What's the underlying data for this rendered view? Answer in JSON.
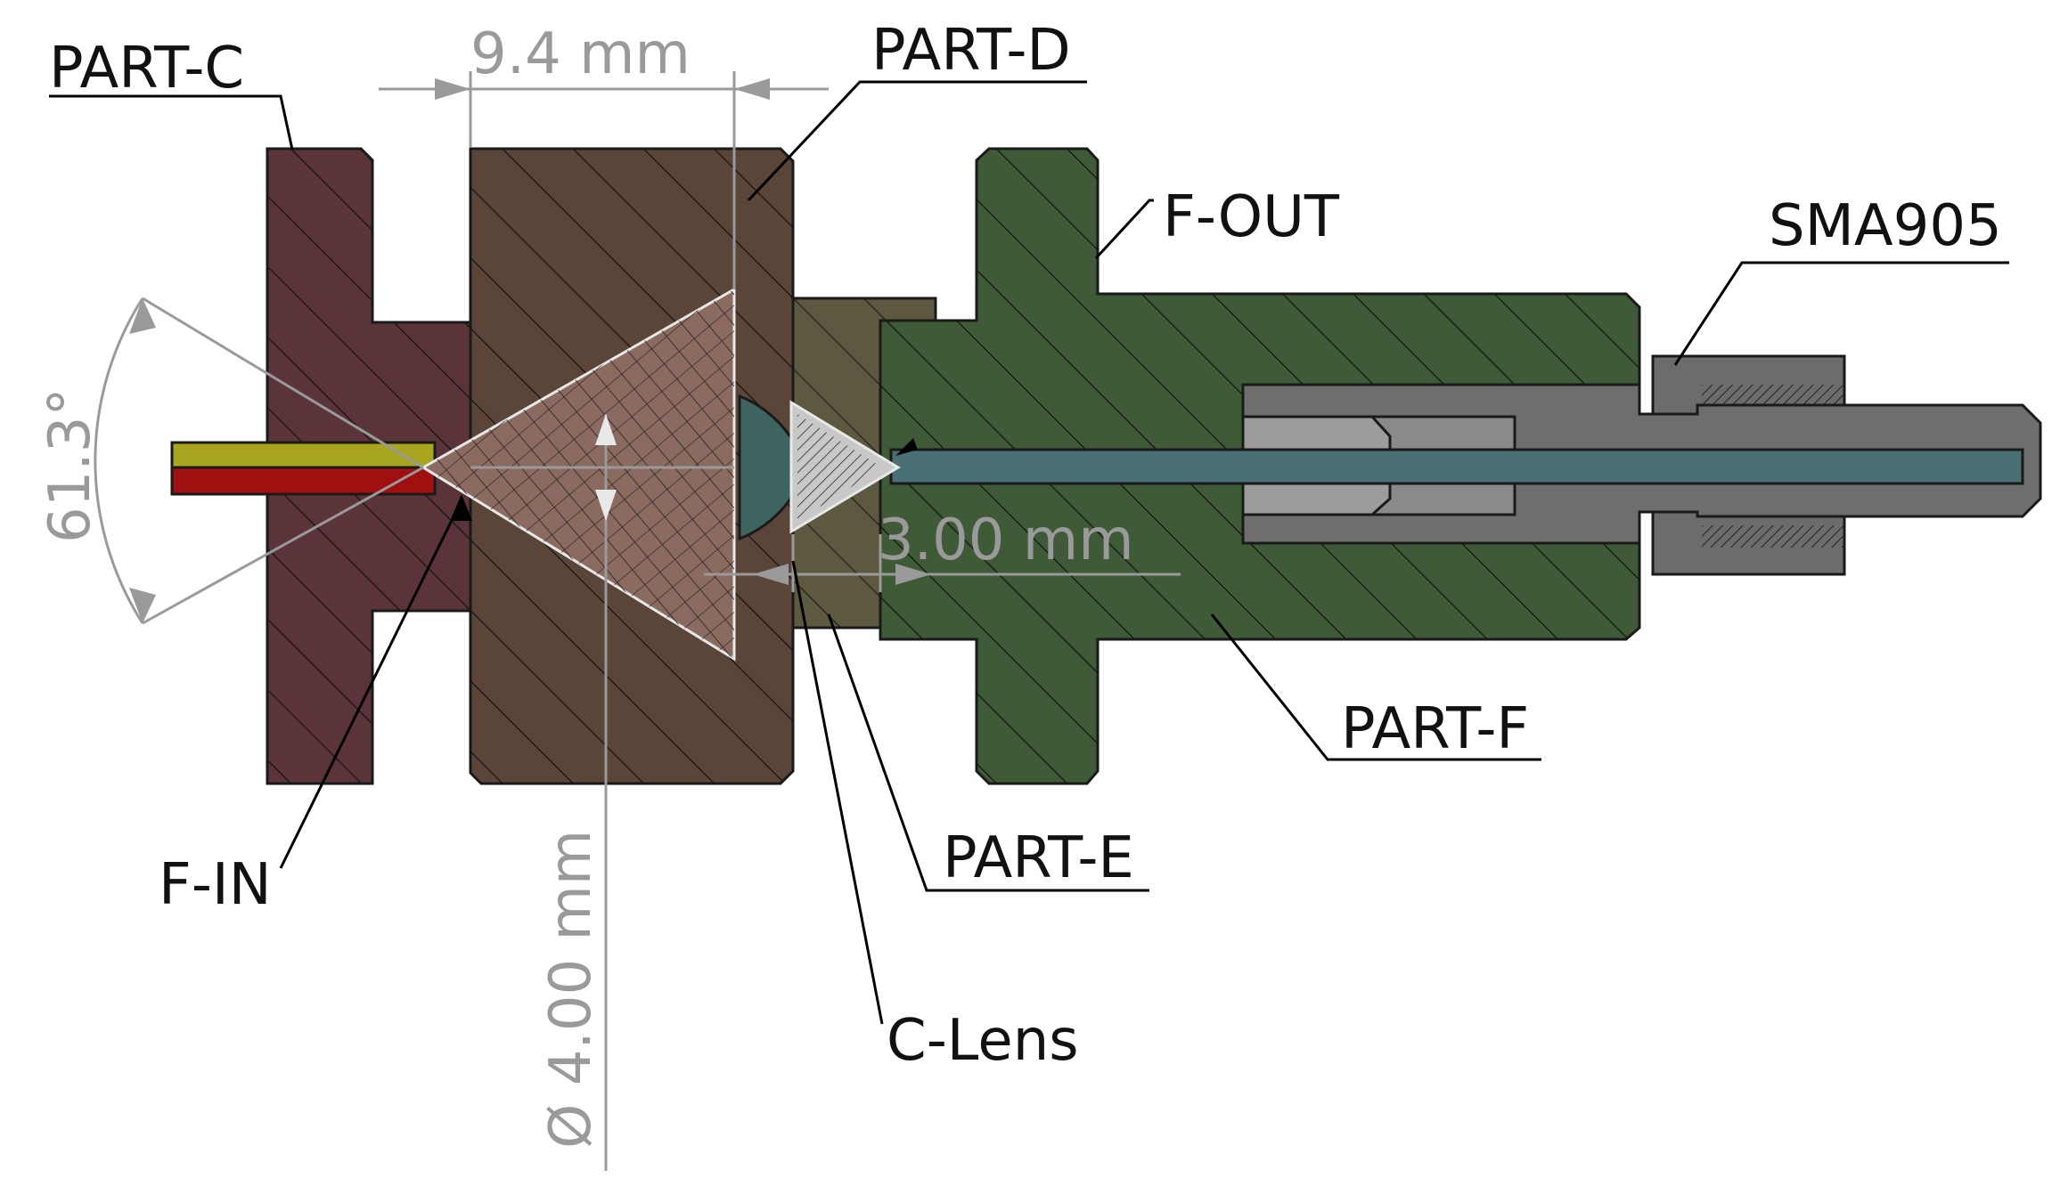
{
  "labels": {
    "part_c": "PART-C",
    "part_d": "PART-D",
    "part_e": "PART-E",
    "part_f": "PART-F",
    "f_out": "F-OUT",
    "f_in": "F-IN",
    "sma905": "SMA905",
    "c_lens": "C-Lens"
  },
  "dimensions": {
    "width_label": "9.4 mm",
    "diameter_label": "Ø 4.00 mm",
    "gap_label": "3.00 mm",
    "angle_label": "61.3°"
  },
  "colors": {
    "part_c": "#5a3438",
    "part_d": "#5b4538",
    "part_e": "#5d5840",
    "part_f": "#3f5a36",
    "sma905": "#6c6c6c",
    "fiber_yellow": "#a8a520",
    "fiber_red": "#a01010",
    "lens": "#3e6460",
    "core": "#4a6f74"
  }
}
